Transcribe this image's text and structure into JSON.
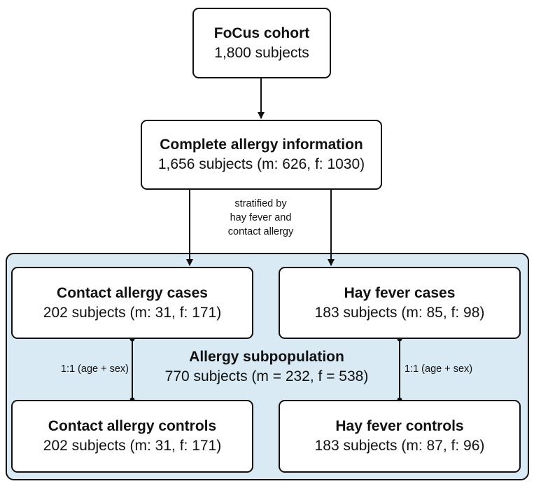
{
  "cohort": {
    "title": "FoCus cohort",
    "subjects": "1,800 subjects"
  },
  "complete": {
    "title": "Complete allergy information",
    "subjects": "1,656 subjects (m: 626, f: 1030)"
  },
  "stratification_note": [
    "stratified by",
    "hay fever and",
    "contact allergy"
  ],
  "subpopulation": {
    "title": "Allergy subpopulation",
    "subjects": "770 subjects (m = 232, f = 538)"
  },
  "contact_cases": {
    "title": "Contact allergy cases",
    "subjects": "202 subjects (m: 31, f: 171)"
  },
  "hay_cases": {
    "title": "Hay fever cases",
    "subjects": "183 subjects (m: 85, f: 98)"
  },
  "contact_controls": {
    "title": "Contact allergy controls",
    "subjects": "202 subjects (m: 31, f: 171)"
  },
  "hay_controls": {
    "title": "Hay fever controls",
    "subjects": "183 subjects (m: 87, f: 96)"
  },
  "matching_left": "1:1 (age + sex)",
  "matching_right": "1:1 (age + sex)",
  "colors": {
    "panel_fill": "#daeaf5",
    "stroke": "#111111",
    "box_fill": "#ffffff"
  }
}
